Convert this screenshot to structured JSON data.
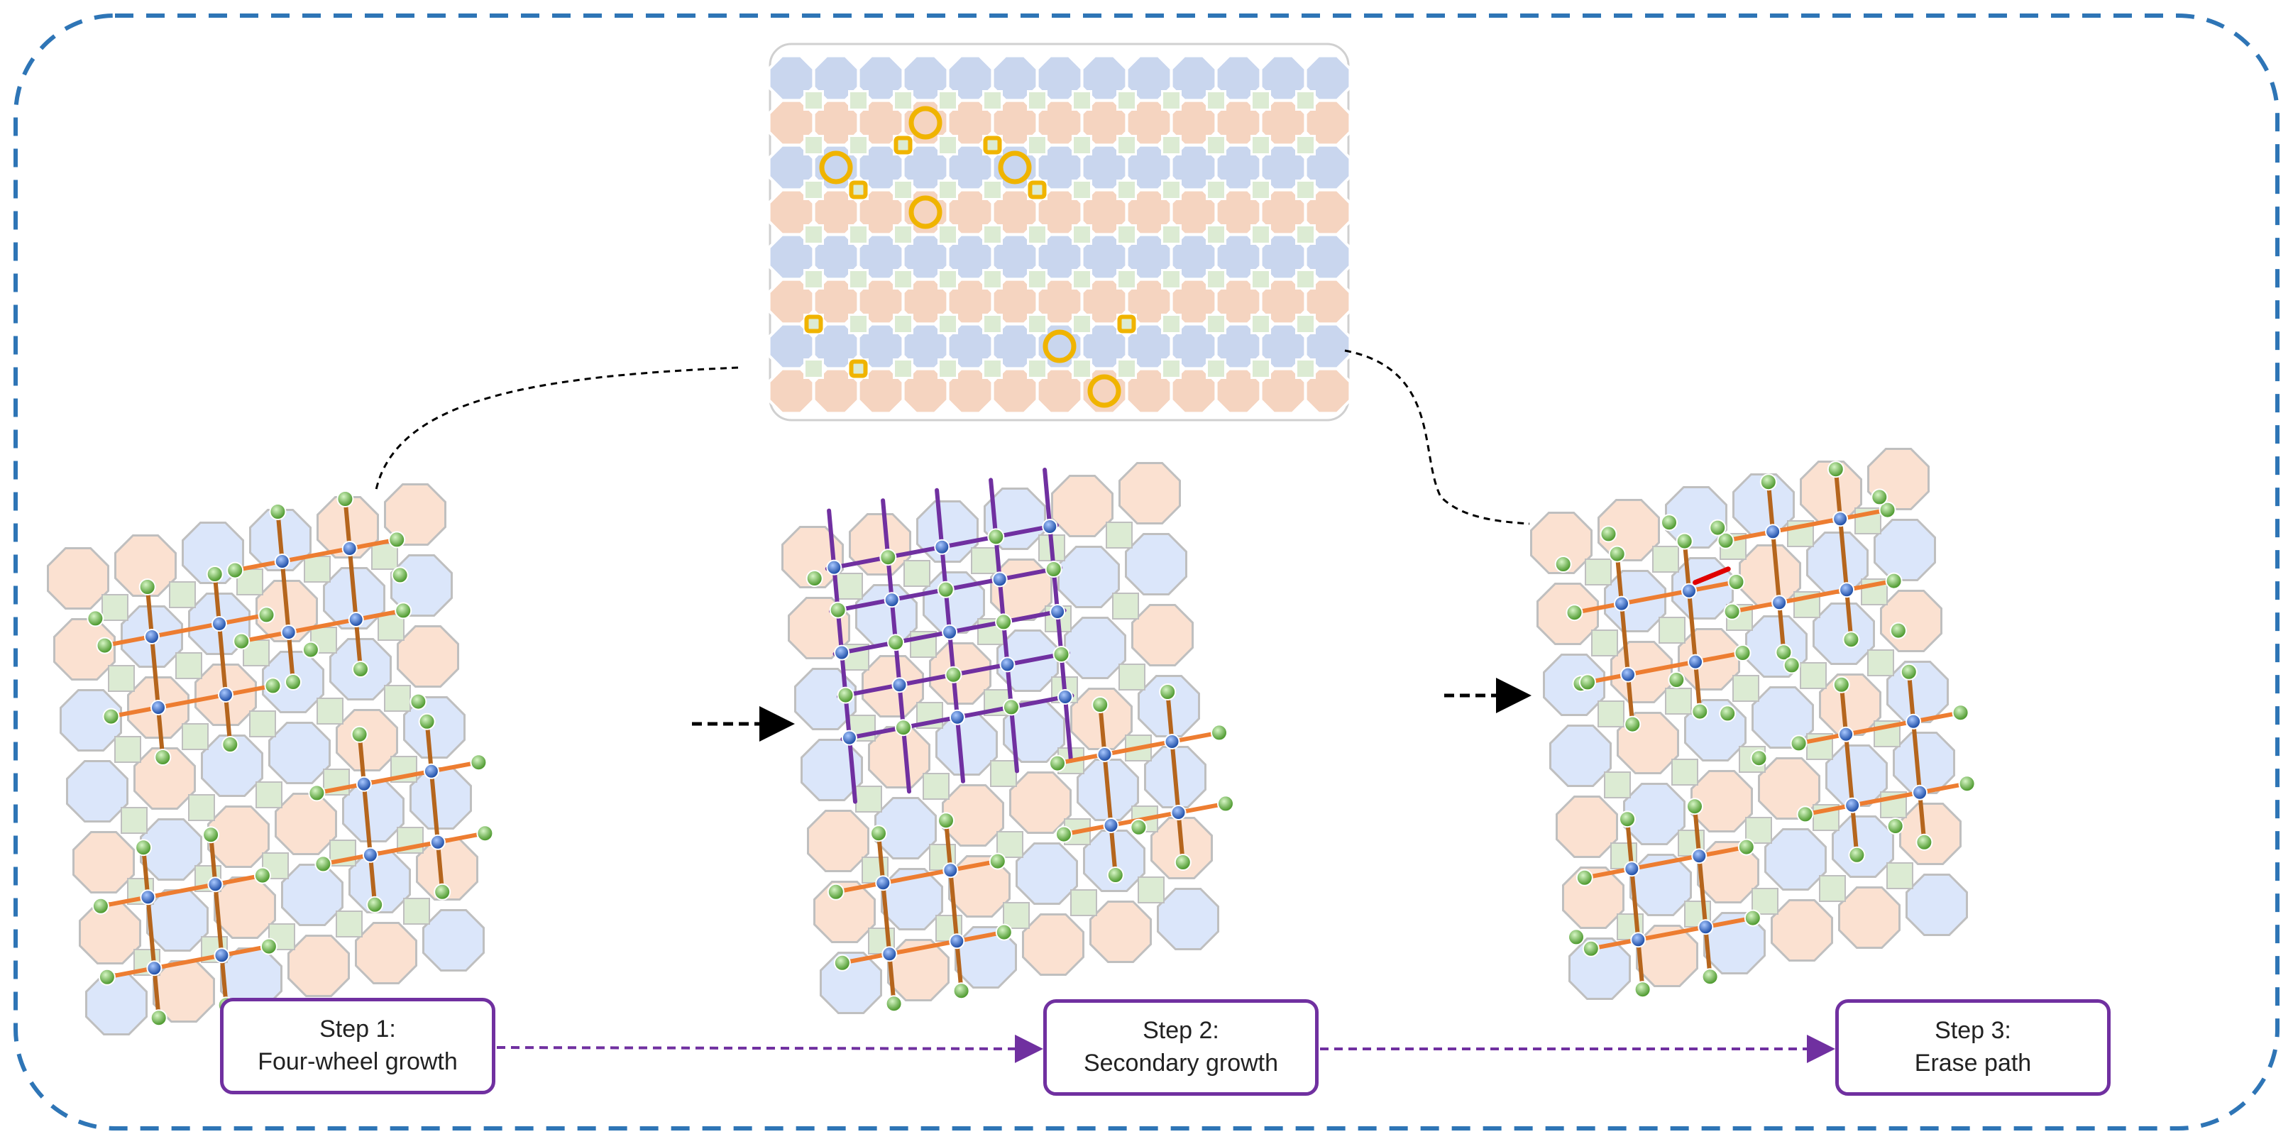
{
  "steps": [
    {
      "id": "step1",
      "line1": "Step 1:",
      "line2": "Four-wheel growth"
    },
    {
      "id": "step2",
      "line1": "Step 2:",
      "line2": "Secondary growth"
    },
    {
      "id": "step3",
      "line1": "Step 3:",
      "line2": "Erase path"
    }
  ],
  "colors": {
    "frame_dash": "#2e75b6",
    "octagon_blue": "#c9d6ee",
    "octagon_peach": "#f5d4c0",
    "square_green": "#dcebd3",
    "tile_edge": "#bfbfbf",
    "ring_gold": "#f0b400",
    "node_green": "#6ab04c",
    "node_blue": "#2f6fd0",
    "edge_orange": "#ed7d31",
    "edge_brown": "#b5651d",
    "edge_purple": "#7030a0",
    "edge_red": "#e00000",
    "step_border": "#7030a0",
    "arrow_black": "#000000"
  },
  "top_lattice": {
    "rows": 8,
    "cols": 7,
    "large_rings": [
      [
        1,
        3
      ],
      [
        2,
        1
      ],
      [
        2,
        5
      ],
      [
        3,
        3
      ],
      [
        6,
        6
      ],
      [
        7,
        7
      ]
    ],
    "small_rings": [
      [
        2,
        2
      ],
      [
        2,
        4
      ],
      [
        3,
        1
      ],
      [
        3,
        5
      ],
      [
        6,
        0
      ],
      [
        7,
        1
      ],
      [
        6,
        7
      ]
    ]
  },
  "panels": [
    {
      "id": "panel1",
      "rows": 7,
      "cols": 6
    },
    {
      "id": "panel2",
      "rows": 7,
      "cols": 6
    },
    {
      "id": "panel3",
      "rows": 7,
      "cols": 6
    }
  ]
}
